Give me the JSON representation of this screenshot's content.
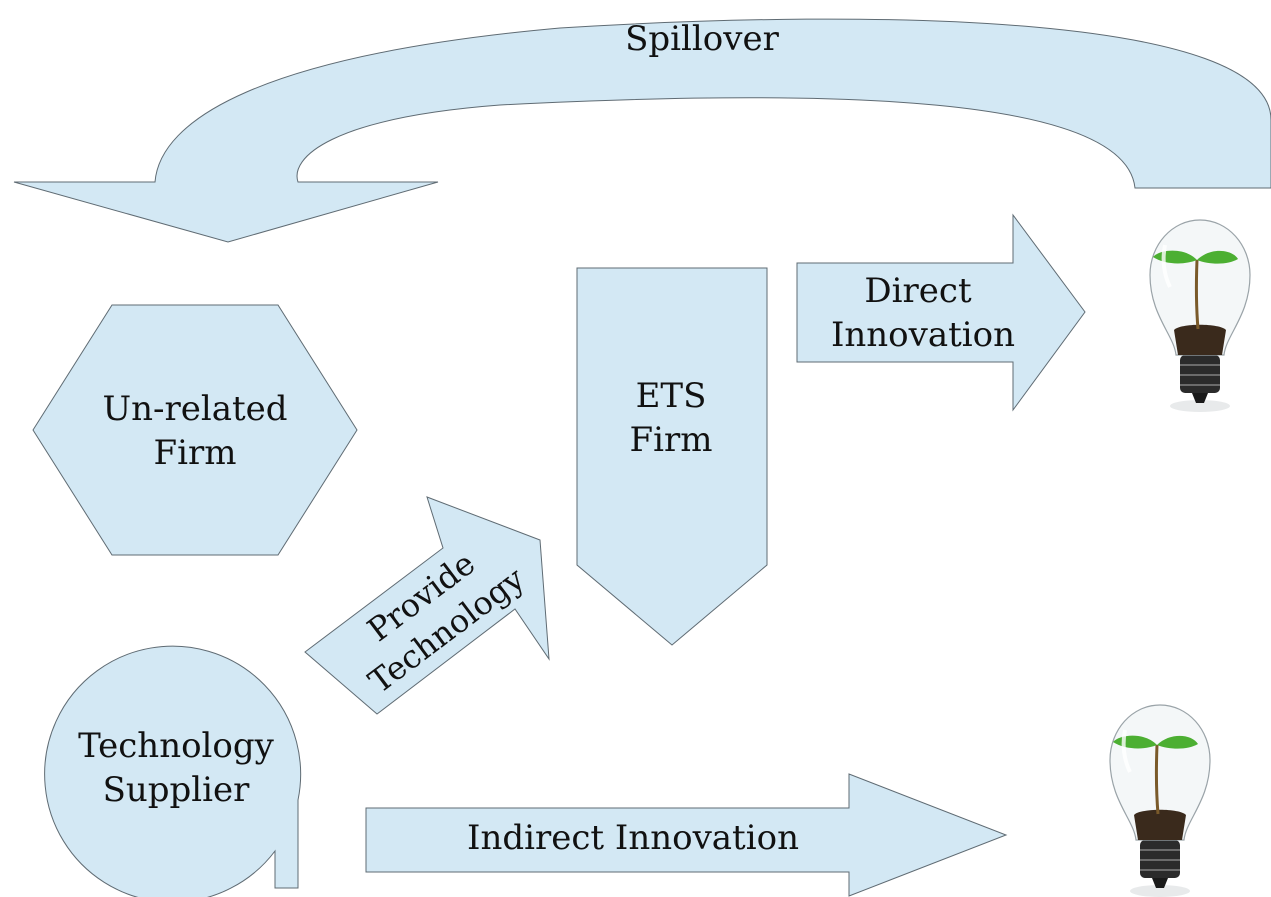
{
  "colors": {
    "shape_fill": "#d3e8f4",
    "shape_stroke": "#5f6b73",
    "text": "#111111",
    "sprout": "#4caf32",
    "soil": "#3a2a1c",
    "bulb_base": "#2b2b2b"
  },
  "spillover": {
    "label": "Spillover"
  },
  "unrelated_firm": {
    "line1": "Un-related",
    "line2": "Firm"
  },
  "ets_firm": {
    "line1": "ETS",
    "line2": "Firm"
  },
  "direct_innovation": {
    "line1": "Direct",
    "line2": "Innovation"
  },
  "provide_technology": {
    "line1": "Provide",
    "line2": "Technology"
  },
  "technology_supplier": {
    "line1": "Technology",
    "line2": "Supplier"
  },
  "indirect_innovation": {
    "label": "Indirect Innovation"
  },
  "icons": [
    "lightbulb-sprout-icon",
    "lightbulb-sprout-icon"
  ]
}
